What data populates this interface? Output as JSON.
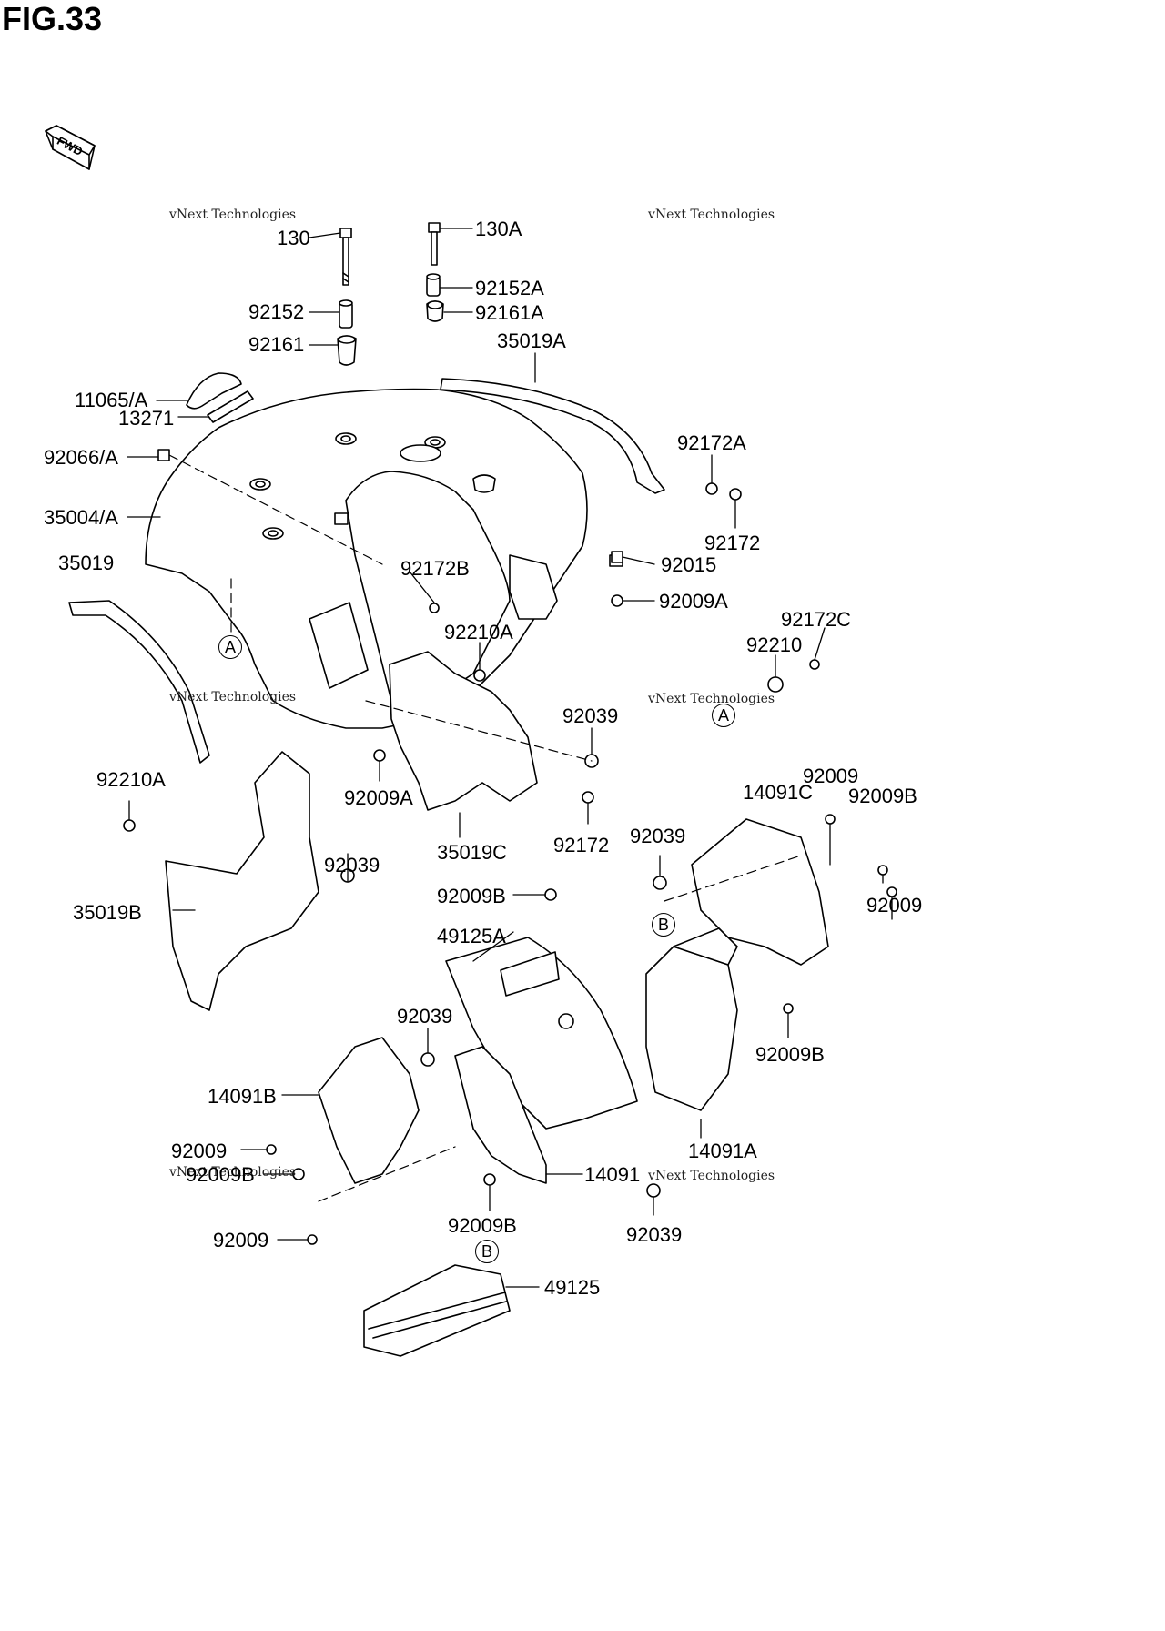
{
  "figure": {
    "title": "FIG.33",
    "fwd_label": "FWD"
  },
  "watermark": {
    "line1": "vNext Technologies",
    "line2": "vNext\nTechnologies"
  },
  "callouts": {
    "a": "A",
    "b": "B"
  },
  "labels": {
    "p130": "130",
    "p130a": "130A",
    "p92152": "92152",
    "p92152a": "92152A",
    "p92161": "92161",
    "p92161a": "92161A",
    "p35019a": "35019A",
    "p11065a": "11065/A",
    "p13271": "13271",
    "p92066a": "92066/A",
    "p35004a": "35004/A",
    "p92172a": "92172A",
    "p92172": "92172",
    "p92015": "92015",
    "p92172b": "92172B",
    "p92009a_top": "92009A",
    "p35019": "35019",
    "p92210a_mid": "92210A",
    "p92172c": "92172C",
    "p92210": "92210",
    "p92039_mid": "92039",
    "p92009a_left": "92009A",
    "p92210a_left": "92210A",
    "p92039_left": "92039",
    "p35019c": "35019C",
    "p92172_lower": "92172",
    "p35019b": "35019B",
    "p14091c": "14091C",
    "p92009_top": "92009",
    "p92009b_top": "92009B",
    "p92039_right": "92039",
    "p92009_right": "92009",
    "p92009b_center": "92009B",
    "p49125a": "49125A",
    "p92009b_right": "92009B",
    "p92039_low": "92039",
    "p14091b": "14091B",
    "p14091a": "14091A",
    "p92009_left1": "92009",
    "p92009b_left": "92009B",
    "p14091": "14091",
    "p92009b_low": "92009B",
    "p92039_bottom": "92039",
    "p92009_left2": "92009",
    "p49125": "49125"
  },
  "colors": {
    "ink": "#000000",
    "watermark": "#d0d0d0"
  }
}
